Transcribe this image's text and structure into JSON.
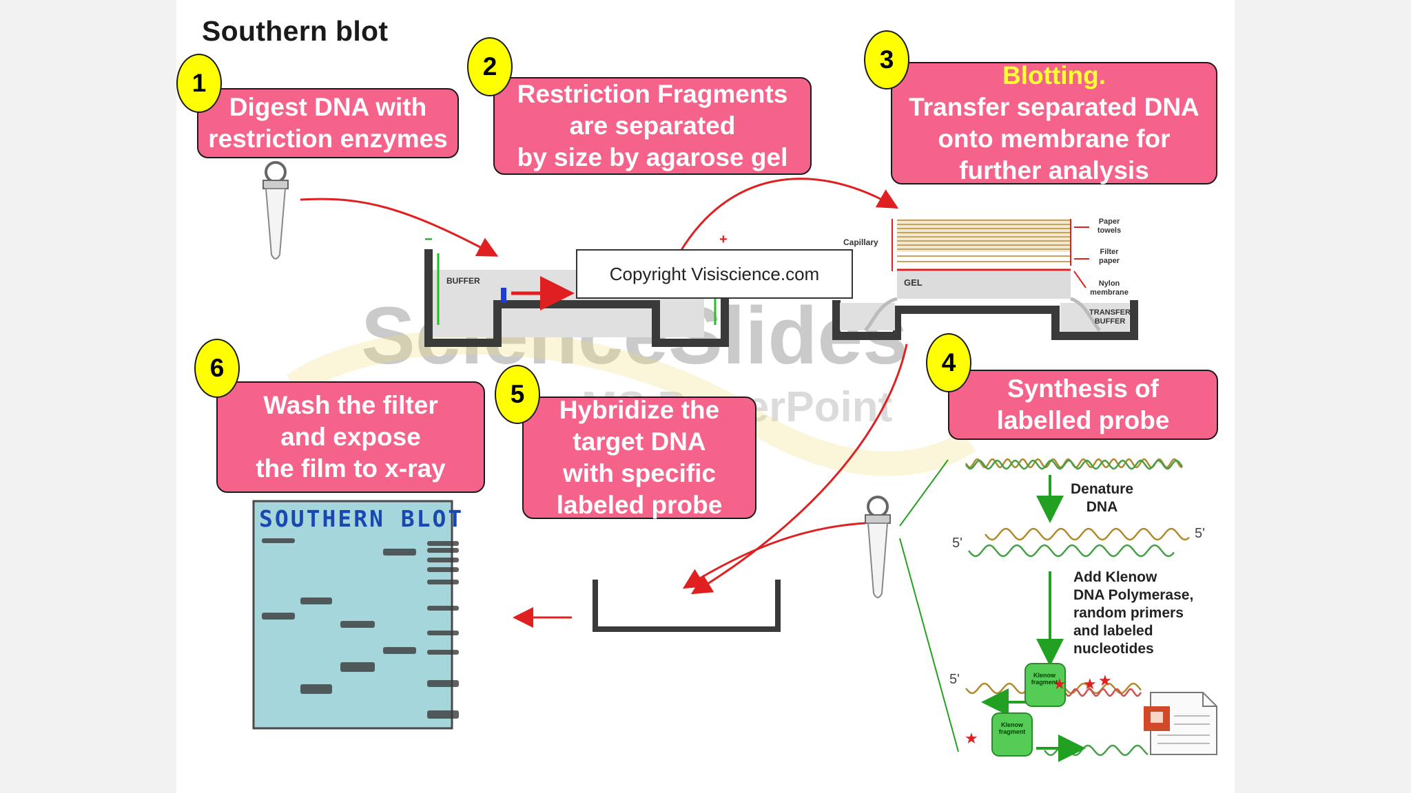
{
  "title": "Southern blot",
  "steps": [
    {
      "number": "1",
      "lines": [
        "Digest DNA with",
        "restriction enzymes"
      ]
    },
    {
      "number": "2",
      "lines": [
        "Restriction Fragments",
        "are separated",
        "by size by agarose gel"
      ]
    },
    {
      "number": "3",
      "highlight": "Blotting.",
      "lines": [
        "Transfer separated DNA",
        "onto membrane for",
        "further analysis"
      ]
    },
    {
      "number": "4",
      "lines": [
        "Synthesis of",
        "labelled probe"
      ]
    },
    {
      "number": "5",
      "lines": [
        "Hybridize the",
        "target DNA",
        "with specific",
        "labeled probe"
      ]
    },
    {
      "number": "6",
      "lines": [
        "Wash the filter",
        "and expose",
        "the film to x-ray"
      ]
    }
  ],
  "copyright": "Copyright Visiscience.com",
  "watermark": {
    "main": "ScienceSlides",
    "sub": "MS PowerPoint"
  },
  "electrophoresis": {
    "buffer": "BUFFER",
    "minus": "−",
    "plus": "+"
  },
  "blotting_apparatus": {
    "capillary": "Capillary",
    "gel": "GEL",
    "paper_towels": "Paper towels",
    "filter_paper": "Filter paper",
    "nylon_membrane": "Nylon membrane",
    "transfer_buffer": "TRANSFER BUFFER"
  },
  "probe_synthesis": {
    "denature": [
      "Denature",
      "DNA"
    ],
    "add_klenow": [
      "Add Klenow",
      "DNA Polymerase,",
      "random primers",
      "and labeled",
      "nucleotides"
    ],
    "five_prime": "5'",
    "enzyme": [
      "Klenow",
      "fragment"
    ]
  },
  "result_film": {
    "title": "SOUTHERN BLOT"
  },
  "colors": {
    "box_fill": "#f5638a",
    "badge_fill": "#ffff00",
    "highlight_text": "#ffff33",
    "arrow_red": "#e02020",
    "film_blue": "#a5d6dc",
    "film_title": "#1848b0",
    "green": "#22a022"
  }
}
